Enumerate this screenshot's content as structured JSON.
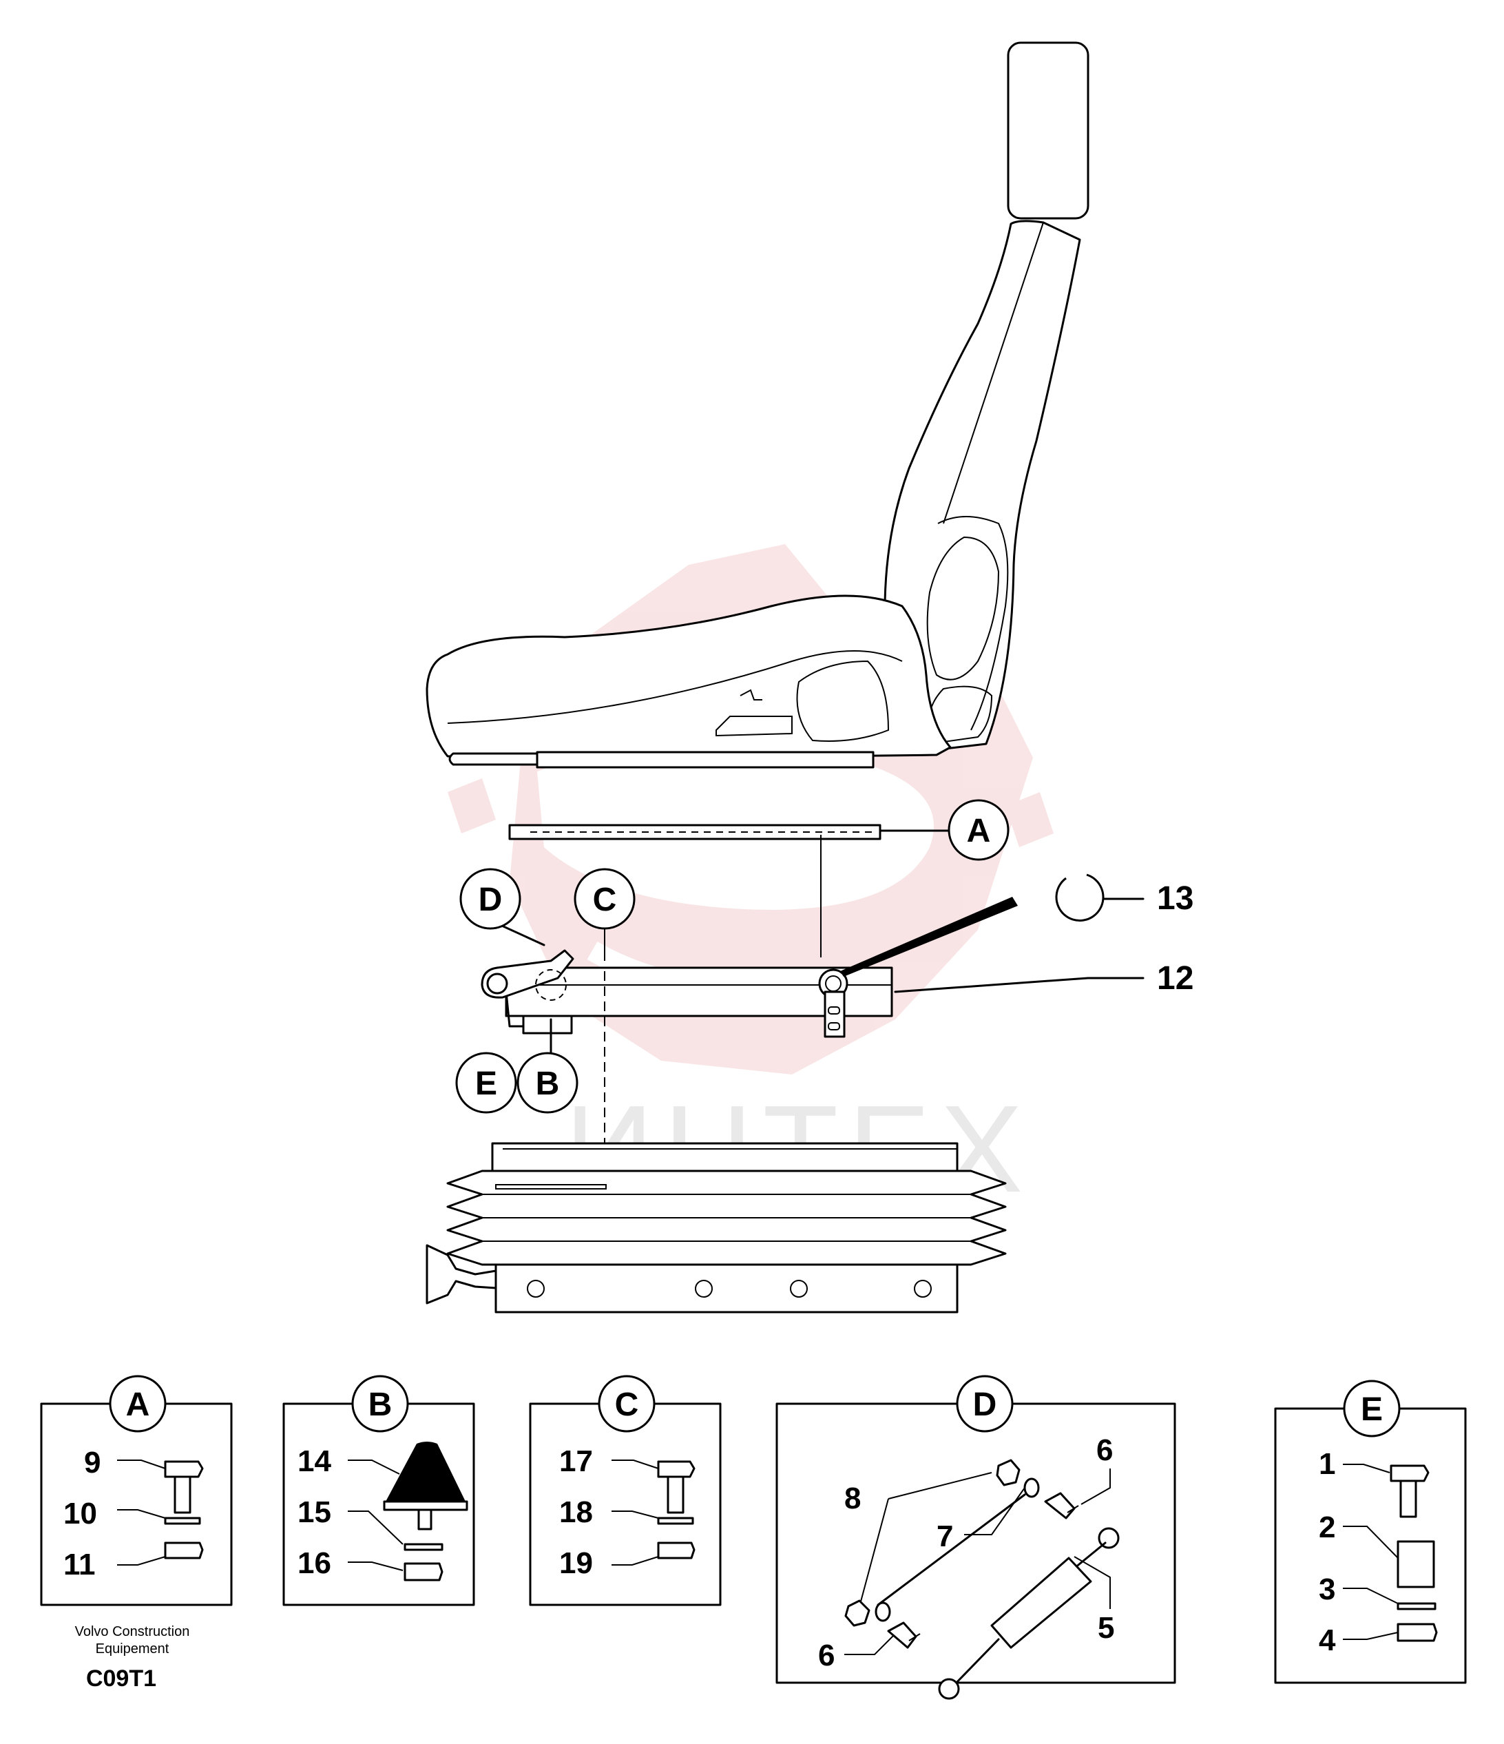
{
  "watermark": {
    "text": "ИНТЕХ",
    "color": "#f2c8c8"
  },
  "callouts": {
    "a": "A",
    "b": "B",
    "c": "C",
    "d": "D",
    "e": "E",
    "p12": "12",
    "p13": "13"
  },
  "panels": {
    "a": {
      "title": "A",
      "parts": [
        "9",
        "10",
        "11"
      ]
    },
    "b": {
      "title": "B",
      "parts": [
        "14",
        "15",
        "16"
      ]
    },
    "c": {
      "title": "C",
      "parts": [
        "17",
        "18",
        "19"
      ]
    },
    "d": {
      "title": "D",
      "parts": [
        "8",
        "6",
        "7",
        "5",
        "6"
      ]
    },
    "e": {
      "title": "E",
      "parts": [
        "1",
        "2",
        "3",
        "4"
      ]
    }
  },
  "footer": {
    "brand_line1": "Volvo Construction",
    "brand_line2": "Equipement",
    "code": "C09T1"
  },
  "colors": {
    "line": "#000000",
    "background": "#ffffff"
  }
}
